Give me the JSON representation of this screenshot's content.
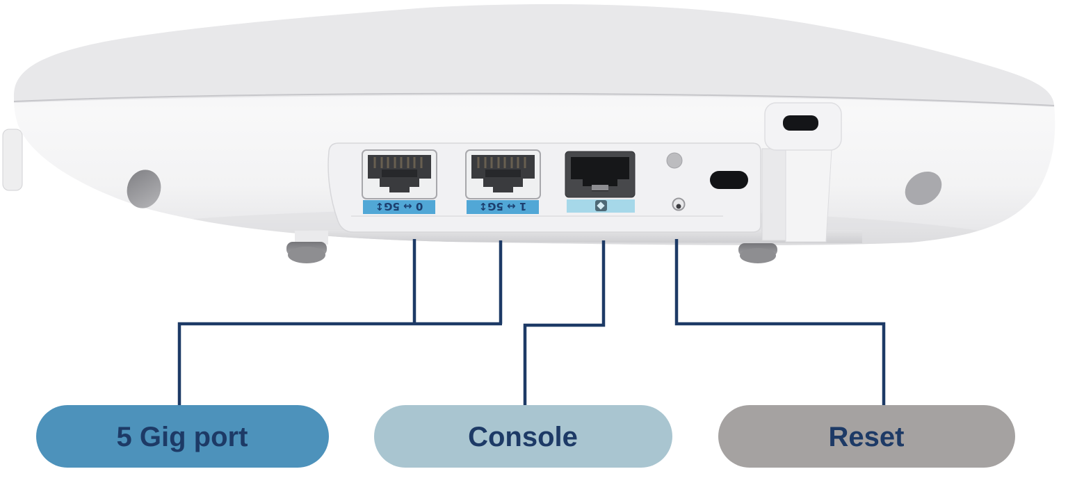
{
  "diagram": {
    "device": {
      "port_labels": [
        "0 ↔ 5G↕",
        "1 ↔ 5G↕"
      ],
      "console_port_icon": "console-icon",
      "reset_button_icon": "reset-pinhole-icon",
      "port_label_bg": "#51a7d6",
      "console_label_bg": "#a6d8e9"
    },
    "callouts": [
      {
        "label": "5 Gig port",
        "fill": "#4d92bb",
        "text_color": "#1d3a66"
      },
      {
        "label": "Console",
        "fill": "#a9c5d0",
        "text_color": "#1d3a66"
      },
      {
        "label": "Reset",
        "fill": "#a5a2a1",
        "text_color": "#1d3a66"
      }
    ],
    "line_color": "#1d3a66"
  }
}
